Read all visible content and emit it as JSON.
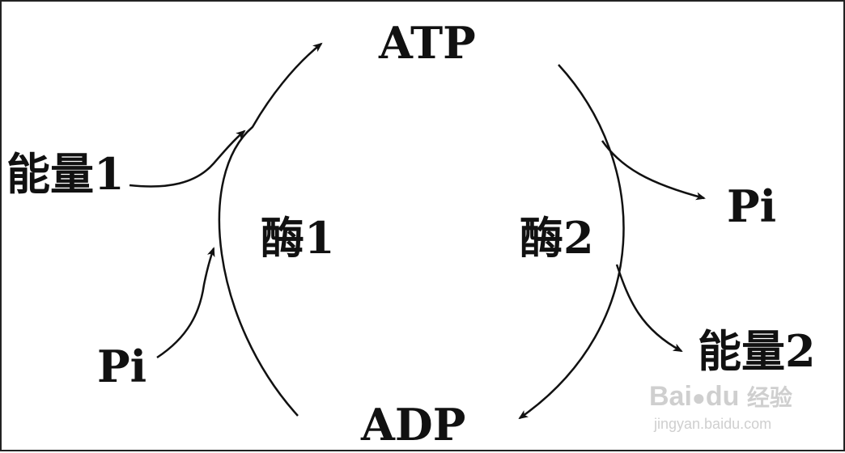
{
  "labels": {
    "atp": "ATP",
    "adp": "ADP",
    "energy1": "能量1",
    "energy2": "能量2",
    "pi_left": "Pi",
    "pi_right": "Pi",
    "enzyme1": "酶1",
    "enzyme2": "酶2"
  },
  "watermark": {
    "brand": "Bai",
    "brand2": "du",
    "brand_cn": "经验",
    "url": "jingyan.baidu.com"
  },
  "colors": {
    "ink": "#111111",
    "watermark": "#cfcfcf"
  }
}
